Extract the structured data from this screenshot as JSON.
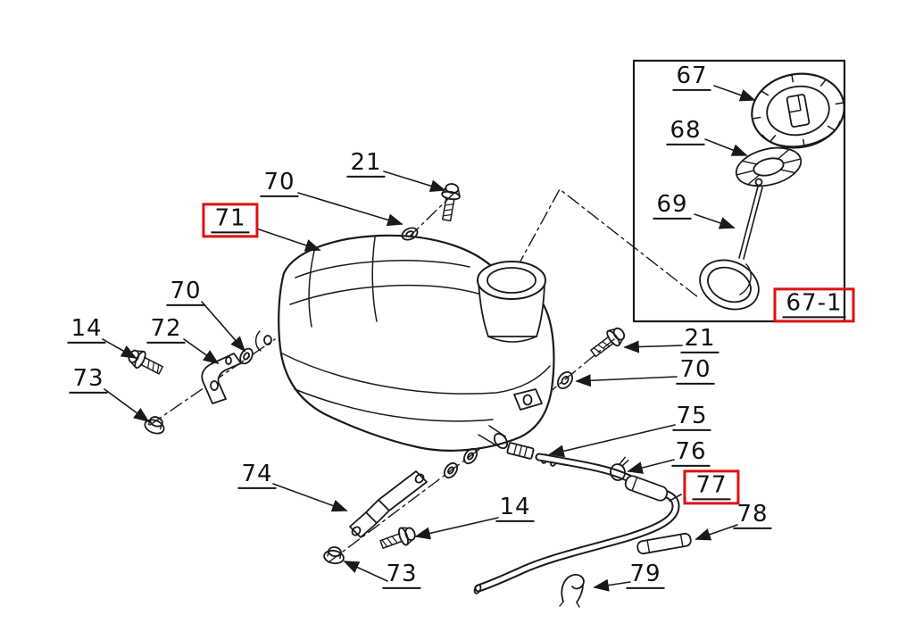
{
  "diagram": {
    "kind": "exploded-parts-diagram",
    "background": "#ffffff",
    "line_color": "#1a1a1a",
    "highlight_color": "#e01010"
  },
  "labels": [
    {
      "id": "67",
      "text": "67",
      "boxed": false
    },
    {
      "id": "68",
      "text": "68",
      "boxed": false
    },
    {
      "id": "69",
      "text": "69",
      "boxed": false
    },
    {
      "id": "67-1",
      "text": "67-1",
      "boxed": true
    },
    {
      "id": "21-top",
      "text": "21",
      "boxed": false
    },
    {
      "id": "70-top",
      "text": "70",
      "boxed": false
    },
    {
      "id": "71",
      "text": "71",
      "boxed": true
    },
    {
      "id": "70-left",
      "text": "70",
      "boxed": false
    },
    {
      "id": "72",
      "text": "72",
      "boxed": false
    },
    {
      "id": "14-left",
      "text": "14",
      "boxed": false
    },
    {
      "id": "73-left",
      "text": "73",
      "boxed": false
    },
    {
      "id": "21-right",
      "text": "21",
      "boxed": false
    },
    {
      "id": "70-right",
      "text": "70",
      "boxed": false
    },
    {
      "id": "75",
      "text": "75",
      "boxed": false
    },
    {
      "id": "76",
      "text": "76",
      "boxed": false
    },
    {
      "id": "77",
      "text": "77",
      "boxed": true
    },
    {
      "id": "78",
      "text": "78",
      "boxed": false
    },
    {
      "id": "79",
      "text": "79",
      "boxed": false
    },
    {
      "id": "74",
      "text": "74",
      "boxed": false
    },
    {
      "id": "14-bottom",
      "text": "14",
      "boxed": false
    },
    {
      "id": "73-bottom",
      "text": "73",
      "boxed": false
    }
  ]
}
